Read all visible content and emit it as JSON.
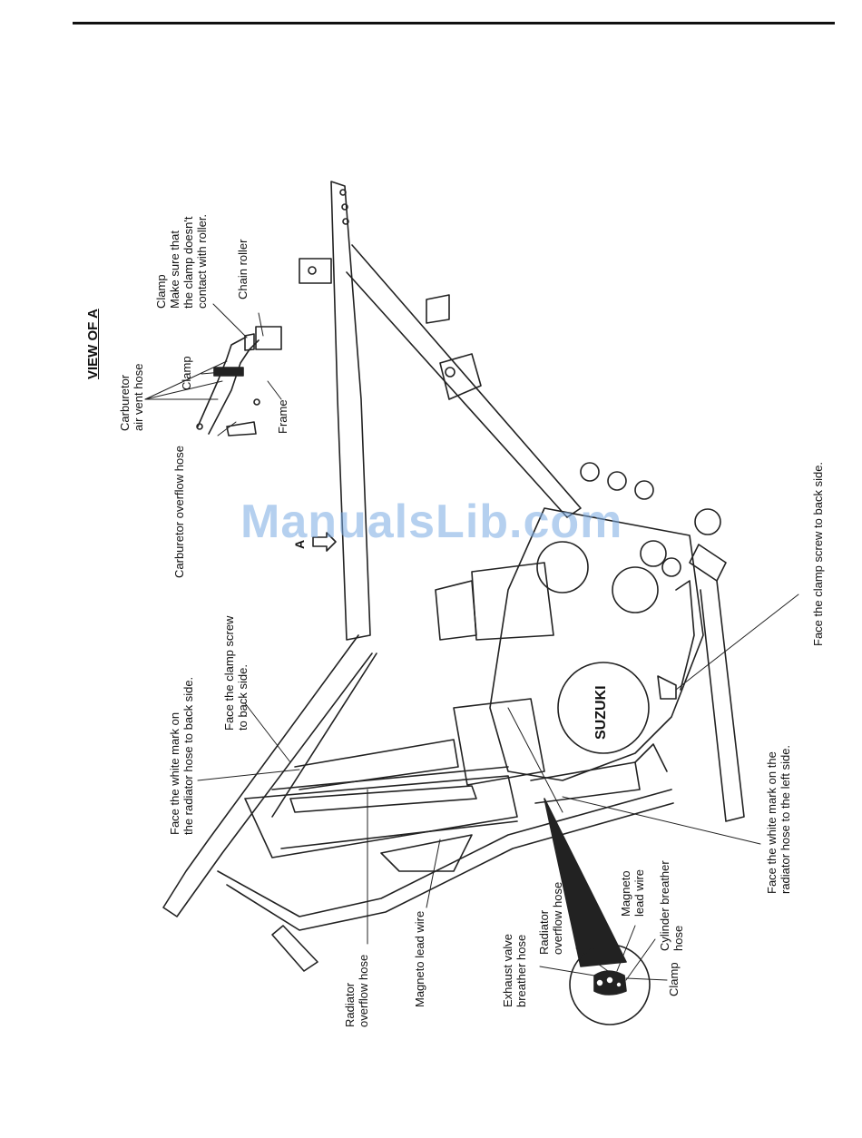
{
  "title": "VIEW OF A",
  "view_marker": "A",
  "brand_on_engine": "SUZUKI",
  "watermark": "ManualsLib.com",
  "labels": {
    "carb_overflow": "Carburetor overflow hose",
    "carb_air_vent": "Carburetor\nair vent hose",
    "clamp_view": "Clamp",
    "clamp_roller": "Clamp\nMake sure that\nthe clamp doesn't\ncontact with roller.",
    "chain_roller": "Chain roller",
    "frame": "Frame",
    "white_mark_back": "Face the white mark on\nthe radiator hose to back side.",
    "clamp_screw_back": "Face the clamp screw\nto back side.",
    "clamp_screw_back_right": "Face the clamp screw to back side.",
    "white_mark_left": "Face the white mark on the\nradiator hose to the left side.",
    "radiator_overflow": "Radiator\noverflow hose",
    "magneto_lead": "Magneto lead wire",
    "exhaust_breather": "Exhaust valve\nbreather hose",
    "radiator_overflow_2": "Radiator\noverflow hose",
    "magneto_lead_2": "Magneto\nlead wire",
    "cylinder_breather": "Cylinder breather\nhose",
    "clamp_detail": "Clamp"
  }
}
